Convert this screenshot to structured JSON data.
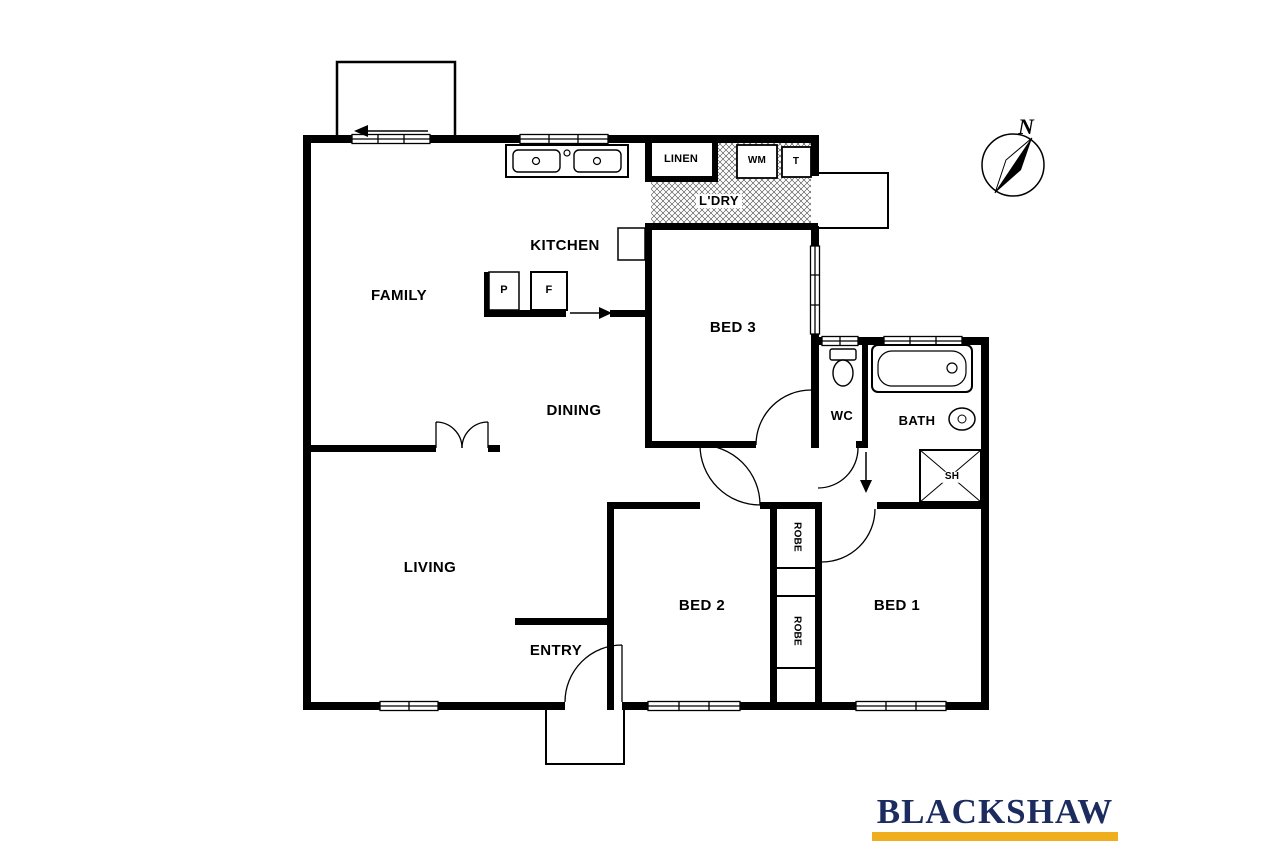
{
  "rooms": {
    "family": "FAMILY",
    "kitchen": "KITCHEN",
    "dining": "DINING",
    "living": "LIVING",
    "entry": "ENTRY",
    "bed3": "BED 3",
    "bed2": "BED 2",
    "bed1": "BED 1",
    "laundry": "L'DRY",
    "wc": "WC",
    "bath": "BATH"
  },
  "storage": {
    "linen": "LINEN",
    "robe_upper": "ROBE",
    "robe_lower": "ROBE"
  },
  "fixtures": {
    "pantry": "P",
    "fridge": "F",
    "washing_machine": "WM",
    "laundry_tub": "T",
    "shower": "SH"
  },
  "compass": {
    "north": "N"
  },
  "branding": {
    "agency": "BLACKSHAW",
    "navy": "#1d2c5e",
    "gold": "#efae1d"
  }
}
